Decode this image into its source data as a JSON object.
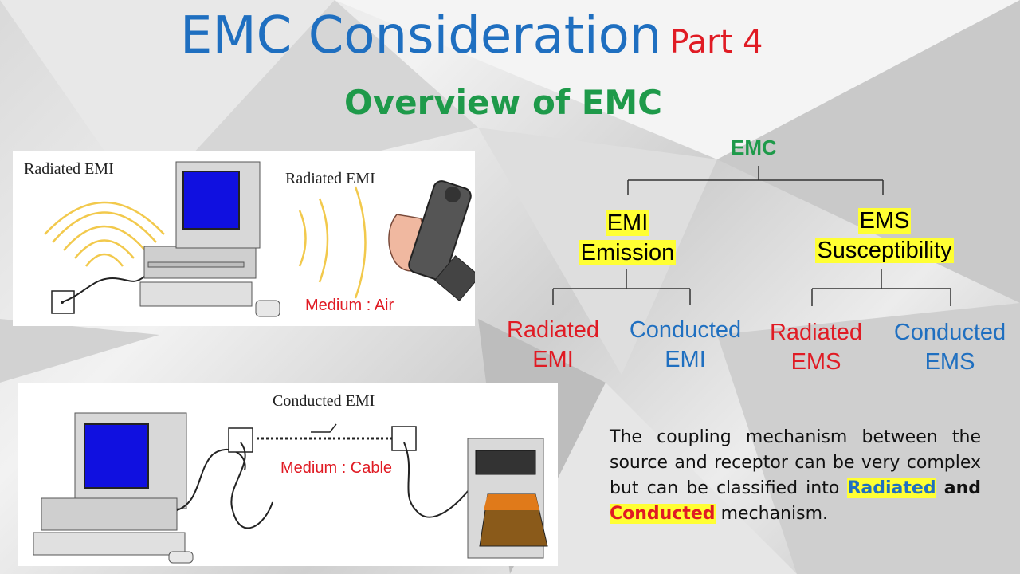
{
  "slide": {
    "title": "EMC Consideration",
    "part": "Part 4",
    "subtitle": "Overview of EMC"
  },
  "radiated_panel": {
    "label_left": "Radiated EMI",
    "label_right": "Radiated EMI",
    "medium": "Medium : Air"
  },
  "conducted_panel": {
    "label": "Conducted EMI",
    "medium": "Medium : Cable"
  },
  "tree": {
    "root": "EMC",
    "emi_line1": "EMI",
    "emi_line2": "Emission",
    "ems_line1": "EMS",
    "ems_line2": "Susceptibility",
    "leaves": {
      "rad_emi_1": "Radiated",
      "rad_emi_2": "EMI",
      "con_emi_1": "Conducted",
      "con_emi_2": "EMI",
      "rad_ems_1": "Radiated",
      "rad_ems_2": "EMS",
      "con_ems_1": "Conducted",
      "con_ems_2": "EMS"
    }
  },
  "description": {
    "text": "The coupling mechanism between the source and receptor can be very complex but can be classified into",
    "radiated": "Radiated",
    "and": "and",
    "conducted": "Conducted",
    "tail": "mechanism."
  },
  "colors": {
    "blue": "#1f6fc0",
    "red": "#e01b24",
    "green": "#1e9a4a",
    "highlight": "#ffff33"
  }
}
